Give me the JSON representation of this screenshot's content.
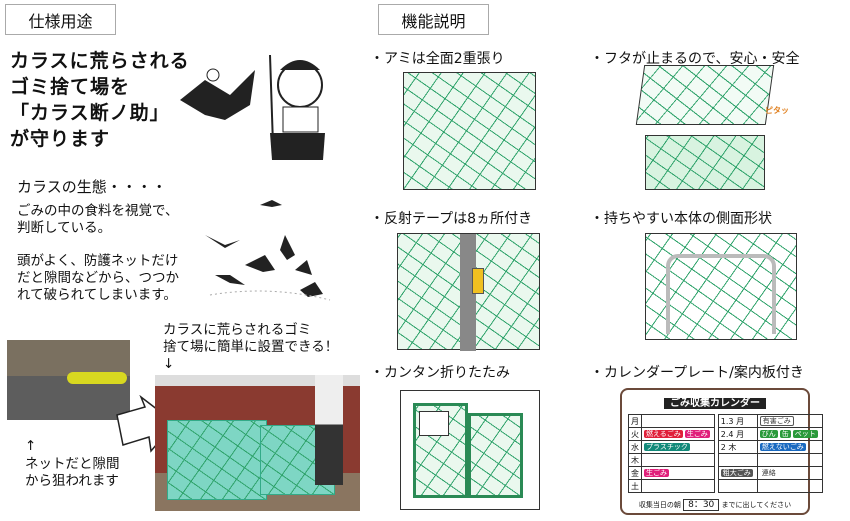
{
  "left": {
    "header": "仕様用途",
    "slogan": [
      "カラスに荒らされる",
      "ゴミ捨て場を",
      "「カラス断ノ助」",
      "が守ります"
    ],
    "ecology_title": "カラスの生態・・・・",
    "ecology_p1": [
      "ごみの中の食料を視覚で、",
      "判断している。"
    ],
    "ecology_p2": [
      "頭がよく、防護ネットだけ",
      "だと隙間などから、つつか",
      "れて破られてしまいます。"
    ],
    "problem_arrow": "↑",
    "problem_caption": [
      "ネットだと隙間",
      "から狙われます"
    ],
    "install_caption": [
      "カラスに荒らされるゴミ",
      "捨て場に簡単に設置できる！",
      "↓"
    ]
  },
  "right": {
    "header": "機能説明",
    "features": [
      "・アミは全面2重張り",
      "・フタが止まるので、安心・安全",
      "・反射テープは8ヵ所付き",
      "・持ちやすい本体の側面形状",
      "・カンタン折りたたみ",
      "・カレンダープレート/案内板付き"
    ],
    "lid_stop_label": "ピタッ",
    "calendar": {
      "title": "ごみ収集カレンダー",
      "days": [
        "月",
        "火",
        "水",
        "木",
        "金",
        "土"
      ],
      "tags": {
        "burnable": "燃えるごみ",
        "raw": "生ごみ",
        "plastic": "プラスチック",
        "raw2": "生ごみ",
        "hazard": "有害ごみ",
        "bin": "びん",
        "can": "缶",
        "pet": "ペット",
        "nonburn": "燃えないごみ",
        "bulky": "粗大ごみ",
        "contact": "連絡"
      },
      "weeks": [
        "1.3 月",
        "2.4 月",
        "2 木"
      ],
      "footer_before": "収集当日の朝",
      "time": "8：30",
      "footer_after": "までに出してください"
    },
    "colors": {
      "red": "#e0203a",
      "pink": "#e0207a",
      "teal": "#138a7a",
      "green": "#2a9a3a",
      "blue": "#1a6ac0",
      "gray": "#555555"
    }
  }
}
